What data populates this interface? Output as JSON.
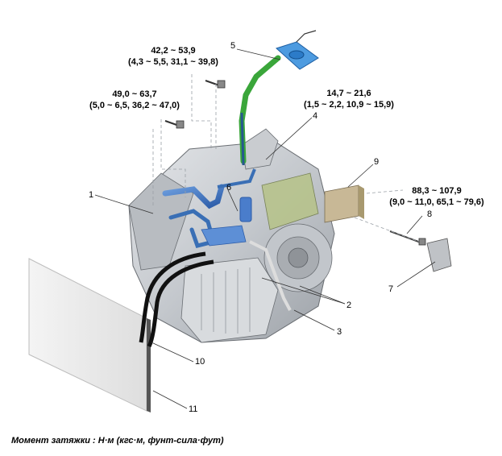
{
  "torque_specs": [
    {
      "id": "t1",
      "line1": "42,2 ~ 53,9",
      "line2": "(4,3 ~ 5,5, 31,1 ~ 39,8)"
    },
    {
      "id": "t2",
      "line1": "49,0 ~ 63,7",
      "line2": "(5,0 ~ 6,5, 36,2 ~ 47,0)"
    },
    {
      "id": "t3",
      "line1": "14,7 ~ 21,6",
      "line2": "(1,5 ~ 2,2, 10,9 ~ 15,9)"
    },
    {
      "id": "t4",
      "line1": "88,3 ~ 107,9",
      "line2": "(9,0 ~ 11,0, 65,1 ~ 79,6)"
    }
  ],
  "callouts": [
    "1",
    "2",
    "3",
    "4",
    "5",
    "6",
    "7",
    "8",
    "9",
    "10",
    "11"
  ],
  "caption": "Момент затяжки : Н·м (кгс·м, фунт-сила·фут)",
  "colors": {
    "bracket": "#3a6fb5",
    "cable": "#3aa63a",
    "housing": "#c9cdd2",
    "hose": "#111111"
  }
}
